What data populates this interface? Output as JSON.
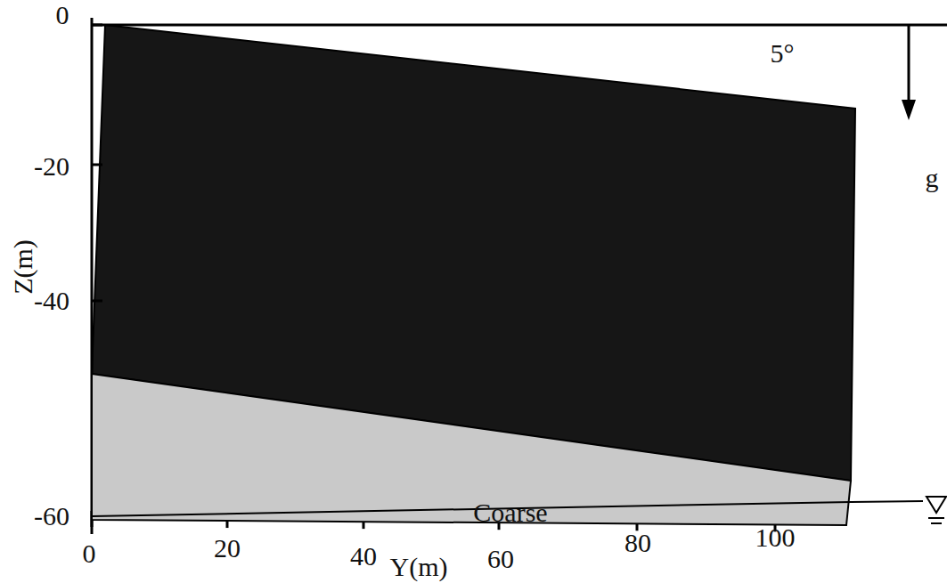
{
  "diagram": {
    "nodes": [
      {
        "text": [
          "Coarse"
        ]
      }
    ],
    "labels": [
      "0",
      "-20",
      "-40",
      "-60",
      "Z(m)",
      "5°",
      "g",
      "0",
      "20",
      "40",
      "60",
      "80",
      "100",
      "Y(m)"
    ]
  }
}
